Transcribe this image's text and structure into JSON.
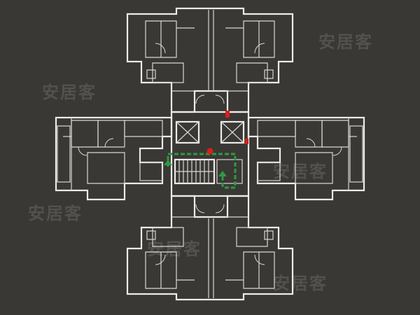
{
  "image": {
    "subject": "residential-tower-floor-plan",
    "background_color": "#3a3835",
    "line_color": "#ecebe8",
    "route_color": "#2e9a42",
    "marker_color": "#d81e1e"
  },
  "watermarks": [
    "安居客",
    "安居客",
    "安居客",
    "安居客",
    "安居客",
    "安居客"
  ]
}
